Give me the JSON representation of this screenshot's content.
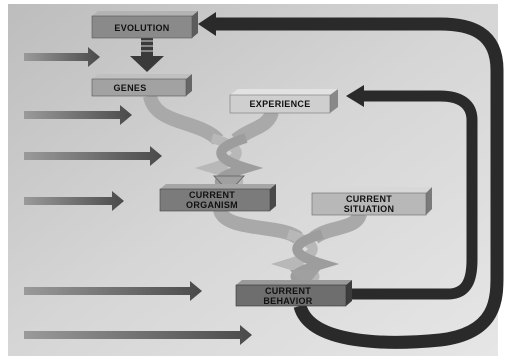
{
  "diagram": {
    "boxes": {
      "evolution": {
        "lines": [
          "EVOLUTION"
        ]
      },
      "genes": {
        "lines": [
          "GENES"
        ]
      },
      "experience": {
        "lines": [
          "EXPERIENCE"
        ]
      },
      "current_organism": {
        "lines": [
          "CURRENT",
          "ORGANISM"
        ]
      },
      "current_situation": {
        "lines": [
          "CURRENT",
          "SITUATION"
        ]
      },
      "current_behavior": {
        "lines": [
          "CURRENT",
          "BEHAVIOR"
        ]
      }
    },
    "colors": {
      "box_dark": "#7d7d7d",
      "box_mid": "#9a9a9a",
      "box_light": "#c6c6c6",
      "arrow_dark": "#2a2a2a",
      "helix": "#b5b5b5"
    }
  }
}
